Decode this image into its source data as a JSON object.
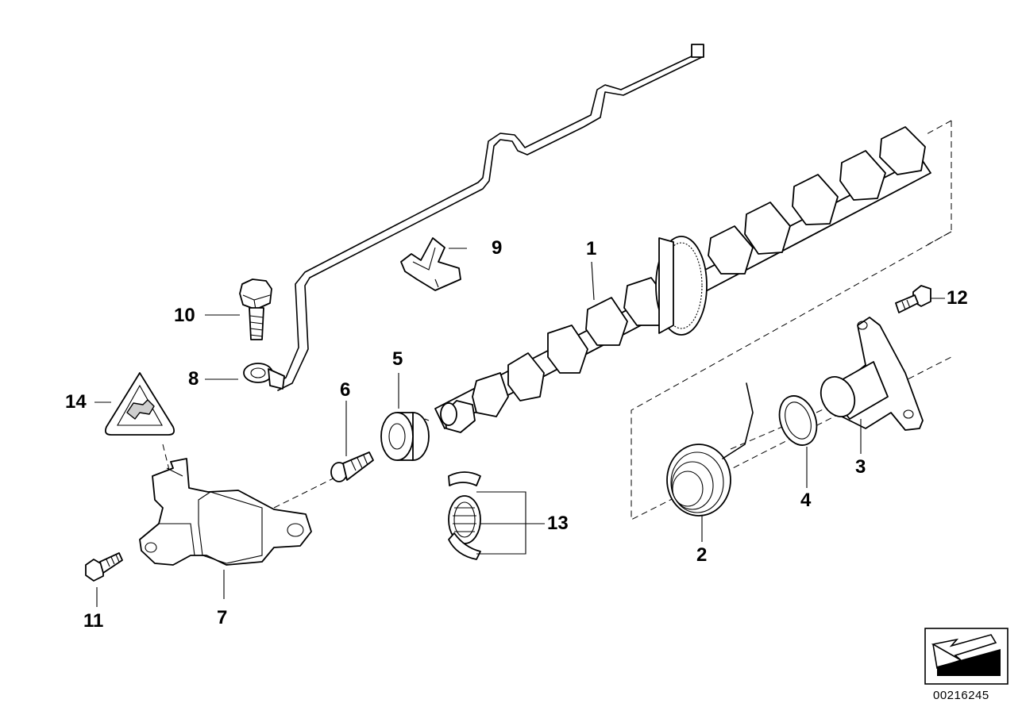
{
  "diagram": {
    "callouts": {
      "c1": "1",
      "c2": "2",
      "c3": "3",
      "c4": "4",
      "c5": "5",
      "c6": "6",
      "c7": "7",
      "c8": "8",
      "c9": "9",
      "c10": "10",
      "c11": "11",
      "c12": "12",
      "c13": "13",
      "c14": "14"
    },
    "document_id": "00216245",
    "nav_icon": "arrow-left-down-icon"
  }
}
